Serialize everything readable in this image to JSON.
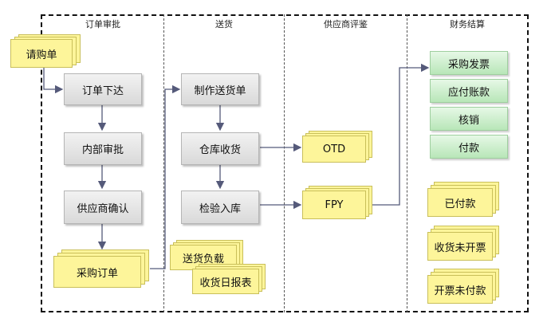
{
  "lanes": {
    "order_approval": "订单审批",
    "delivery": "送货",
    "supplier_eval": "供应商评鉴",
    "finance": "财务结算"
  },
  "docs": {
    "purchase_request": "请购单",
    "purchase_order": "采购订单",
    "delivery_note": "送货负载",
    "receipt_daily": "收货日报表",
    "otd": "OTD",
    "fpy": "FPY",
    "paid": "已付款",
    "received_not_invoiced": "收货未开票",
    "invoiced_not_paid": "开票未付款"
  },
  "steps": {
    "order_release": "订单下达",
    "internal_approval": "内部审批",
    "supplier_confirm": "供应商确认",
    "make_delivery_note": "制作送货单",
    "warehouse_receipt": "仓库收货",
    "inspection_stockin": "检验入库"
  },
  "finance": {
    "purchase_invoice": "采购发票",
    "accounts_payable": "应付账款",
    "write_off": "核销",
    "payment": "付款"
  }
}
